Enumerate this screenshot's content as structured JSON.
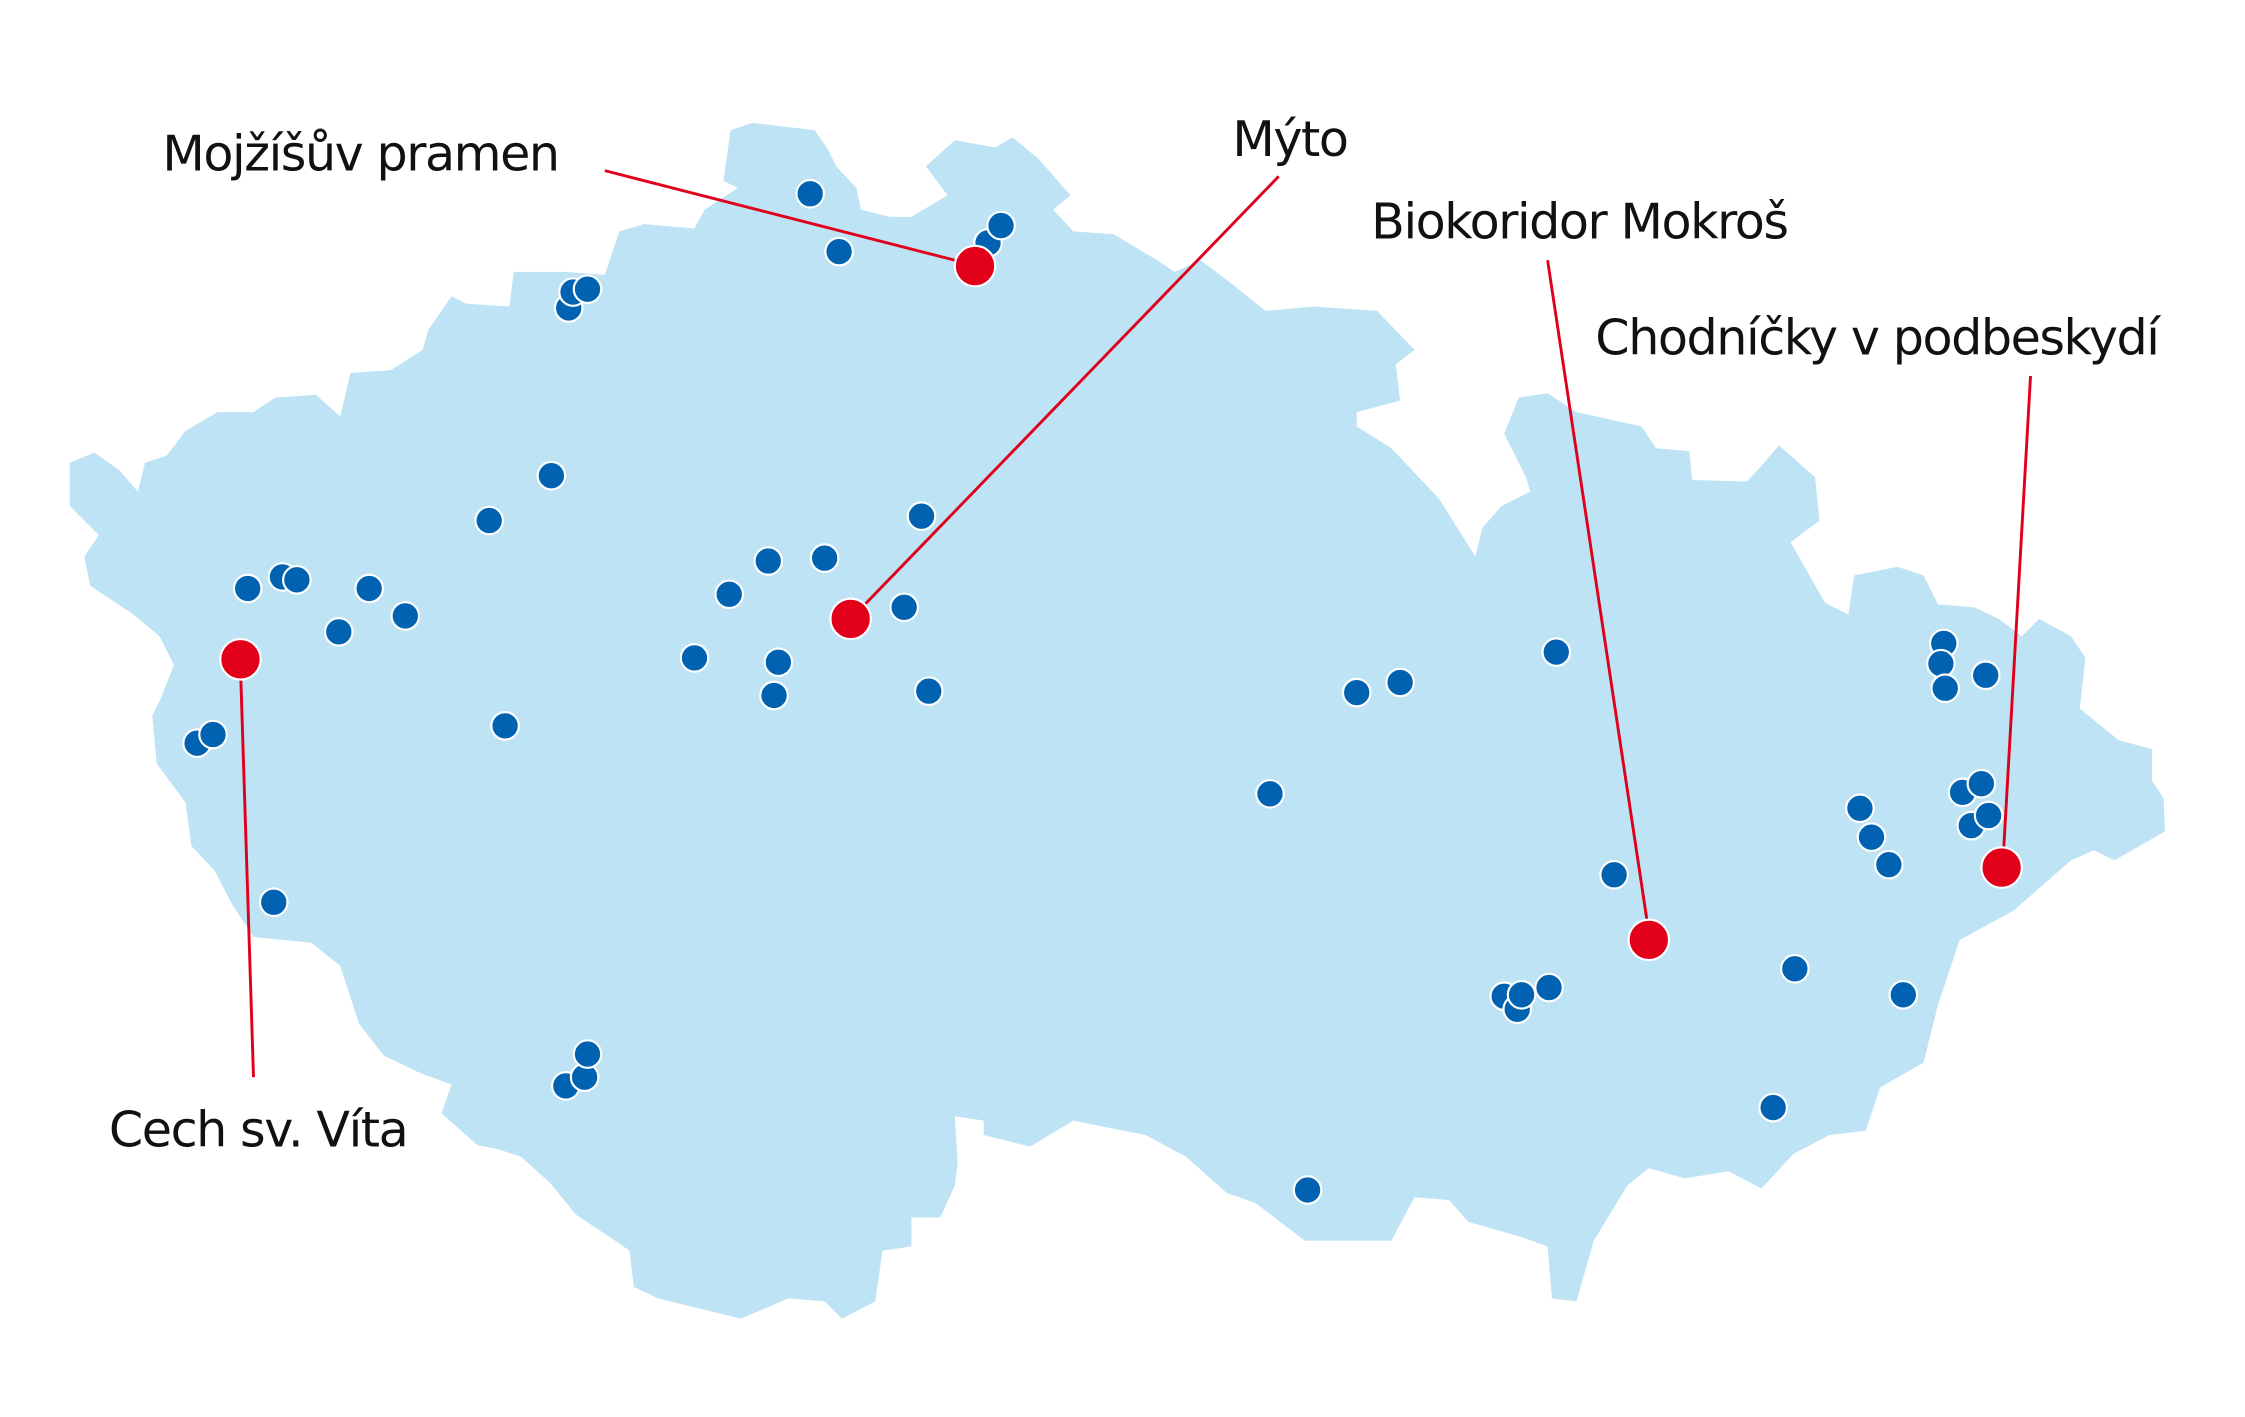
{
  "map": {
    "colors": {
      "land": "#bde3f5",
      "site": "#0062b1",
      "highlight": "#e2001a",
      "leader": "#e0001b",
      "text": "#111111"
    },
    "highlighted_sites": [
      {
        "name": "Mojžíšův pramen"
      },
      {
        "name": "Mýto"
      },
      {
        "name": "Biokoridor Mokroš"
      },
      {
        "name": "Chodníčky v podbeskydí"
      },
      {
        "name": "Cech sv. Víta"
      }
    ]
  }
}
